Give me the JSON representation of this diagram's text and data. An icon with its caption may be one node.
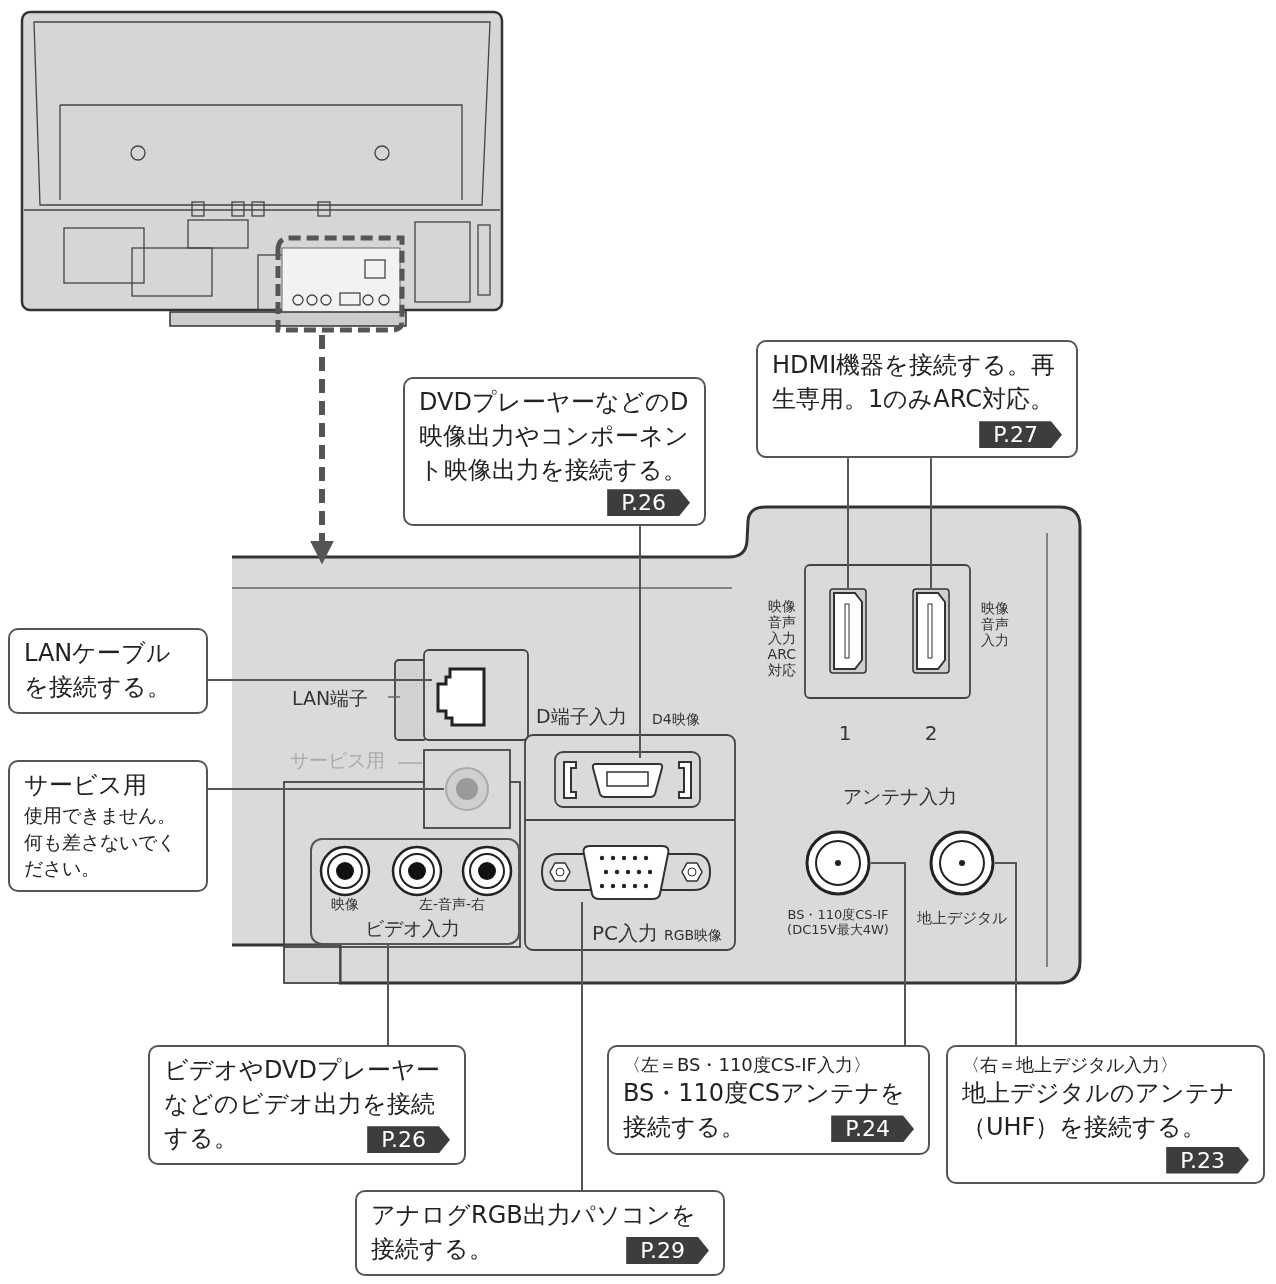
{
  "diagram": {
    "nodes": [
      {
        "text": [],
        "shape": "picture"
      },
      {
        "text": [],
        "shape": "picture"
      },
      {
        "text": [
          "HDMI機器を接続する。再生専用。1のみARC対応。",
          "P.27"
        ]
      },
      {
        "text": [
          "DVDプレーヤーなどのD映像出力やコンポーネント映像出力を接続する。",
          "P.26"
        ]
      },
      {
        "text": [
          "LANケーブルを接続する。"
        ]
      },
      {
        "text": [
          "サービス用",
          "使用できません。何も差さないでください。"
        ]
      },
      {
        "text": [
          "ビデオやDVDプレーヤーなどのビデオ出力を接続する。",
          "P.26"
        ]
      },
      {
        "text": [
          "〈左＝BS・110度CS-IF入力〉",
          "BS・110度CSアンテナを接続する。",
          "P.24"
        ]
      },
      {
        "text": [
          "〈右＝地上デジタル入力〉",
          "地上デジタルのアンテナ（UHF）を接続する。",
          "P.23"
        ]
      },
      {
        "text": [
          "アナログRGB出力パソコンを接続する。",
          "P.29"
        ]
      },
      {
        "text": [],
        "shape": "socket",
        "in": 1
      },
      {
        "text": [],
        "shape": "socket",
        "in": 1
      },
      {
        "text": [],
        "shape": "socket",
        "in": 1
      },
      {
        "text": [],
        "shape": "socket",
        "in": 1
      },
      {
        "text": [],
        "shape": "socket",
        "in": 1
      },
      {
        "text": [
          "映像",
          "左-音声-右",
          "ビデオ入力"
        ],
        "in": 1
      },
      {
        "text": [],
        "shape": "socket",
        "in": 1
      },
      {
        "text": [],
        "shape": "socket",
        "in": 1
      },
      {
        "text": [],
        "shape": "socket",
        "in": 1
      }
    ],
    "edges": [
      {
        "from": 0,
        "to": 1,
        "arrow": "to",
        "style": "dashed"
      },
      {
        "from": 2,
        "to": 10,
        "arrow": "none"
      },
      {
        "from": 2,
        "to": 11,
        "arrow": "none"
      },
      {
        "from": 3,
        "to": 12,
        "arrow": "none"
      },
      {
        "from": 4,
        "to": 13,
        "arrow": "none"
      },
      {
        "from": 5,
        "to": 14,
        "arrow": "none"
      },
      {
        "from": 6,
        "to": 15,
        "arrow": "none"
      },
      {
        "from": 7,
        "to": 17,
        "arrow": "none"
      },
      {
        "from": 8,
        "to": 18,
        "arrow": "none"
      },
      {
        "from": 9,
        "to": 16,
        "arrow": "none"
      }
    ],
    "labels": [
      "映像音声入力ARC対応",
      "映像音声入力",
      "1",
      "2",
      "LAN端子",
      "D端子入力",
      "D4映像",
      "サービス用",
      "アンテナ入力",
      "PC入力",
      "RGB映像",
      "BS・110度CS-IF (DC15V最大4W)",
      "地上デジタル"
    ]
  }
}
